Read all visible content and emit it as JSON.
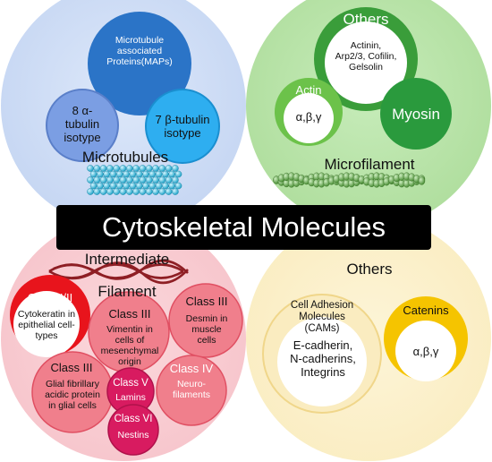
{
  "title": "Cytoskeletal Molecules",
  "colors": {
    "microtubule_bg": "#c9d9f3",
    "microfilament_bg": "#b6e3a6",
    "intermediate_bg": "#f8c9cf",
    "others_bg": "#fbefc6",
    "maps": "#2b74c7",
    "alpha_tubulin": "#7b9ee3",
    "beta_tubulin": "#2eaef0",
    "actin": "#6cc24a",
    "myosin": "#2a9a3d",
    "others_green": "#3a9d3a",
    "class_red": "#e8141c",
    "class_pink": "#f07f8c",
    "class_deep": "#d81b60",
    "catenins": "#f5c400"
  },
  "microtubules": {
    "label": "Microtubules",
    "maps": [
      "Microtubule",
      "associated",
      "Proteins(MAPs)"
    ],
    "alpha": [
      "8 α-",
      "tubulin",
      "isotype"
    ],
    "beta": [
      "7 β-tubulin",
      "isotype"
    ]
  },
  "microfilament": {
    "label": "Microfilament",
    "others_title": "Others",
    "others_items": [
      "Actinin,",
      "Arp2/3, Cofilin,",
      "Gelsolin"
    ],
    "actin_title": "Actin",
    "actin_sub": "α,β,γ",
    "myosin": "Myosin"
  },
  "intermediate": {
    "label_top": "Intermediate",
    "label_bottom": "Filament",
    "classes": [
      {
        "title": "Class I/II",
        "body": [
          "Cytokeratin in",
          "epithelial cell-",
          "types"
        ]
      },
      {
        "title": "Class III",
        "body": [
          "Vimentin in",
          "cells of",
          "mesenchymal",
          "origin"
        ]
      },
      {
        "title": "Class III",
        "body": [
          "Desmin in",
          "muscle",
          "cells"
        ]
      },
      {
        "title": "Class III",
        "body": [
          "Glial fibrillary",
          "acidic protein",
          "in glial cells"
        ]
      },
      {
        "title": "Class V",
        "body": [
          "Lamins"
        ]
      },
      {
        "title": "Class IV",
        "body": [
          "Neuro-",
          "filaments"
        ]
      },
      {
        "title": "Class VI",
        "body": [
          "Nestins"
        ]
      }
    ]
  },
  "others": {
    "label": "Others",
    "cams_title": [
      "Cell Adhesion",
      "Molecules (CAMs)"
    ],
    "cams_items": [
      "E-cadherin,",
      "N-cadherins,",
      "Integrins"
    ],
    "catenins_title": "Catenins",
    "catenins_sub": "α,β,γ"
  }
}
